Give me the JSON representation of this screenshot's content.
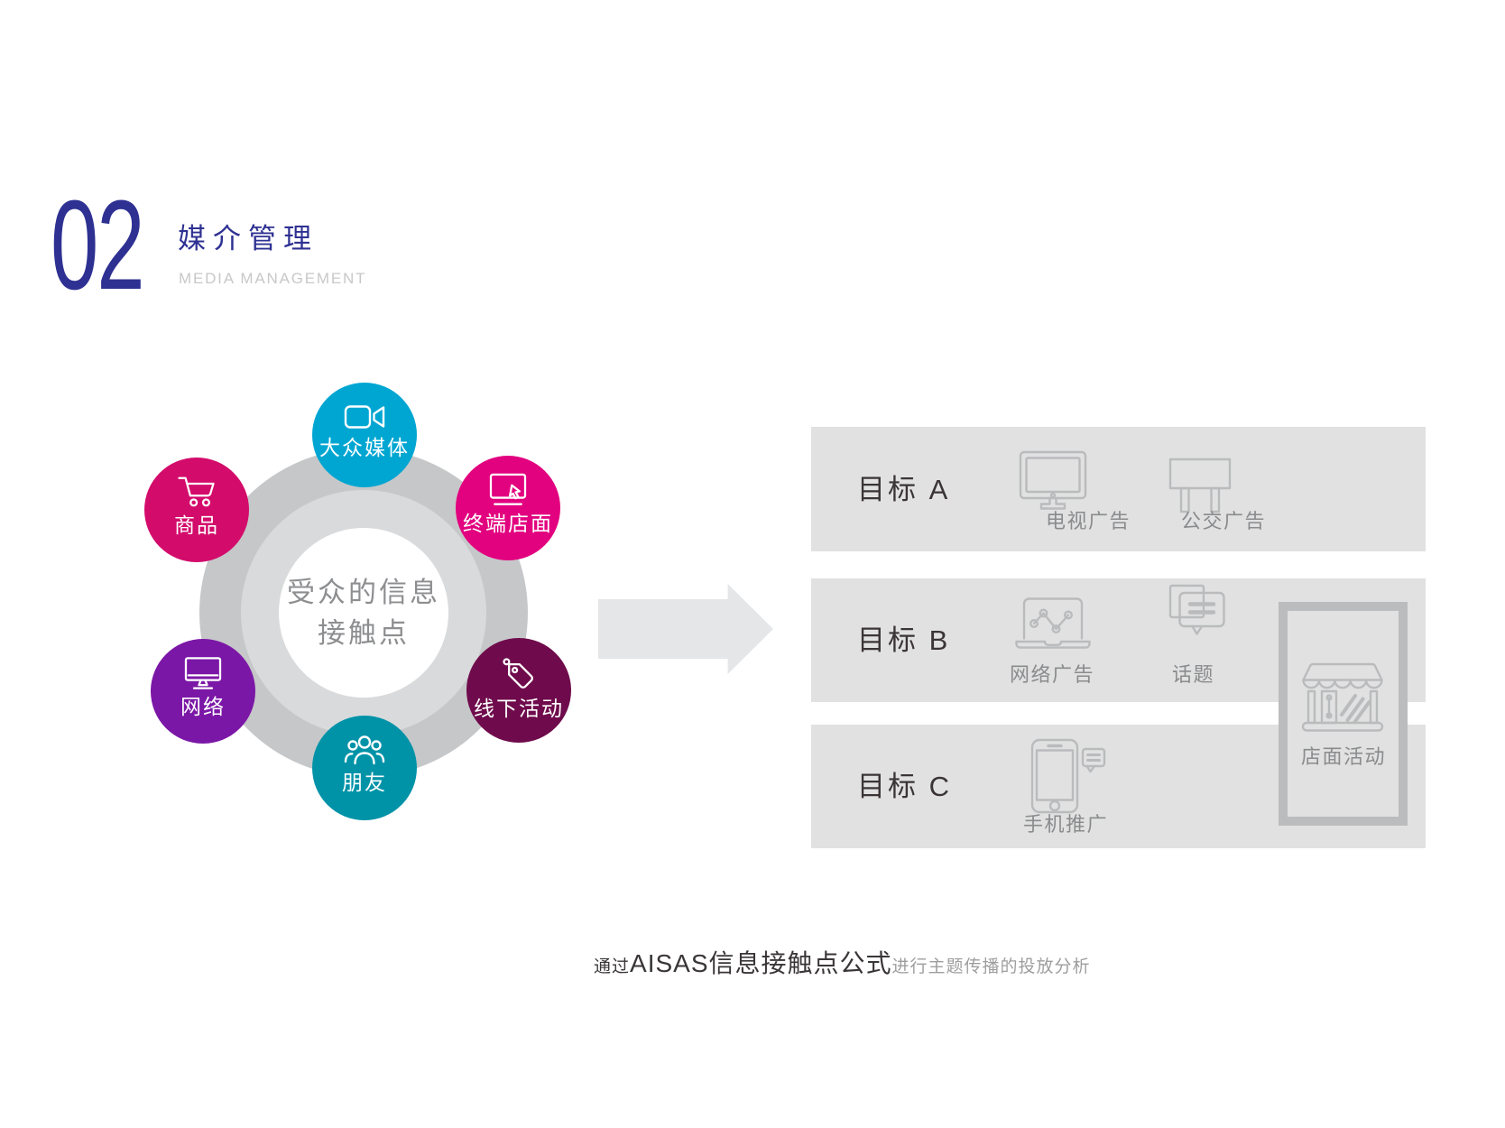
{
  "header": {
    "number": "02",
    "title": "媒介管理",
    "subtitle": "MEDIA MANAGEMENT"
  },
  "hub": {
    "center_line1": "受众的信息",
    "center_line2": "接触点",
    "nodes": [
      {
        "id": "mass-media",
        "label": "大众媒体",
        "color": "#00a6d2",
        "icon": "video-camera-icon"
      },
      {
        "id": "terminal-store",
        "label": "终端店面",
        "color": "#e2017f",
        "icon": "monitor-cursor-icon"
      },
      {
        "id": "offline-activity",
        "label": "线下活动",
        "color": "#6f0b4c",
        "icon": "price-tag-icon"
      },
      {
        "id": "friends",
        "label": "朋友",
        "color": "#0093a8",
        "icon": "people-group-icon"
      },
      {
        "id": "network",
        "label": "网络",
        "color": "#7b17a6",
        "icon": "desktop-monitor-icon"
      },
      {
        "id": "goods",
        "label": "商品",
        "color": "#d30c6b",
        "icon": "shopping-cart-icon"
      }
    ]
  },
  "targets": [
    {
      "label": "目标 A",
      "items": [
        {
          "label": "电视广告",
          "icon": "tv-ad-icon"
        },
        {
          "label": "公交广告",
          "icon": "billboard-icon"
        }
      ]
    },
    {
      "label": "目标 B",
      "items": [
        {
          "label": "网络广告",
          "icon": "laptop-chart-icon"
        },
        {
          "label": "话题",
          "icon": "chat-bubbles-icon"
        }
      ]
    },
    {
      "label": "目标 C",
      "items": [
        {
          "label": "手机推广",
          "icon": "phone-bubble-icon"
        }
      ]
    }
  ],
  "store_box": {
    "label": "店面活动",
    "icon": "storefront-icon"
  },
  "caption": {
    "prefix": "通过",
    "highlight": "AISAS信息接触点公式",
    "suffix": "进行主题传播的投放分析"
  },
  "colors": {
    "accent_blue": "#2e3192",
    "subtitle_gray": "#c8c8c9",
    "ring_outer": "#c6c7c9",
    "ring_mid": "#d9dadb",
    "hub_text": "#8d8e90",
    "band_bg": "#e1e1e2",
    "goal_text": "#3a3435",
    "row_icon_stroke": "#babbbc",
    "row_label": "#8a8b8c",
    "store_box_border": "#bbbcbd",
    "arrow": "#e5e6e8",
    "caption_dark": "#3a3637",
    "caption_light": "#9e9e9f"
  }
}
